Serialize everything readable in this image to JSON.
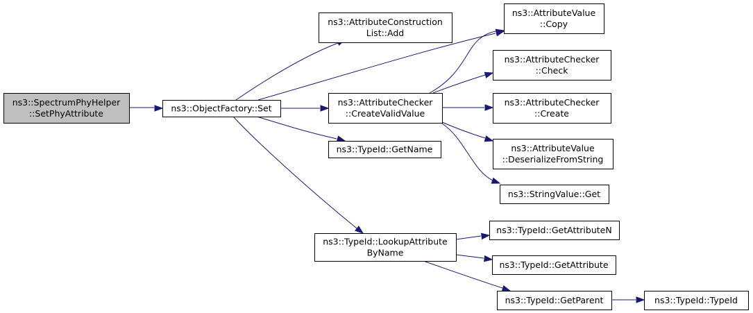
{
  "graph": {
    "nodes": [
      {
        "id": "sph_setphyattribute",
        "lines": [
          "ns3::SpectrumPhyHelper",
          "::SetPhyAttribute"
        ],
        "root": true
      },
      {
        "id": "of_set",
        "lines": [
          "ns3::ObjectFactory::Set"
        ]
      },
      {
        "id": "acl_add",
        "lines": [
          "ns3::AttributeConstruction",
          "List::Add"
        ]
      },
      {
        "id": "av_copy",
        "lines": [
          "ns3::AttributeValue",
          "::Copy"
        ]
      },
      {
        "id": "ac_createvalidvalue",
        "lines": [
          "ns3::AttributeChecker",
          "::CreateValidValue"
        ]
      },
      {
        "id": "ac_check",
        "lines": [
          "ns3::AttributeChecker",
          "::Check"
        ]
      },
      {
        "id": "ac_create",
        "lines": [
          "ns3::AttributeChecker",
          "::Create"
        ]
      },
      {
        "id": "av_deserialize",
        "lines": [
          "ns3::AttributeValue",
          "::DeserializeFromString"
        ]
      },
      {
        "id": "sv_get",
        "lines": [
          "ns3::StringValue::Get"
        ]
      },
      {
        "id": "tid_getname",
        "lines": [
          "ns3::TypeId::GetName"
        ]
      },
      {
        "id": "tid_lookup",
        "lines": [
          "ns3::TypeId::LookupAttribute",
          "ByName"
        ]
      },
      {
        "id": "tid_getattributen",
        "lines": [
          "ns3::TypeId::GetAttributeN"
        ]
      },
      {
        "id": "tid_getattribute",
        "lines": [
          "ns3::TypeId::GetAttribute"
        ]
      },
      {
        "id": "tid_getparent",
        "lines": [
          "ns3::TypeId::GetParent"
        ]
      },
      {
        "id": "tid_typeid",
        "lines": [
          "ns3::TypeId::TypeId"
        ]
      }
    ],
    "edges": [
      {
        "from": "sph_setphyattribute",
        "to": "of_set"
      },
      {
        "from": "of_set",
        "to": "acl_add"
      },
      {
        "from": "of_set",
        "to": "av_copy"
      },
      {
        "from": "of_set",
        "to": "ac_createvalidvalue"
      },
      {
        "from": "of_set",
        "to": "tid_getname"
      },
      {
        "from": "of_set",
        "to": "tid_lookup"
      },
      {
        "from": "ac_createvalidvalue",
        "to": "av_copy"
      },
      {
        "from": "ac_createvalidvalue",
        "to": "ac_check"
      },
      {
        "from": "ac_createvalidvalue",
        "to": "ac_create"
      },
      {
        "from": "ac_createvalidvalue",
        "to": "av_deserialize"
      },
      {
        "from": "ac_createvalidvalue",
        "to": "sv_get"
      },
      {
        "from": "tid_lookup",
        "to": "tid_getattributen"
      },
      {
        "from": "tid_lookup",
        "to": "tid_getattribute"
      },
      {
        "from": "tid_lookup",
        "to": "tid_getparent"
      },
      {
        "from": "tid_getparent",
        "to": "tid_typeid"
      }
    ],
    "colors": {
      "edge": "#191970",
      "root_fill": "#bfbfbf",
      "node_fill": "#ffffff",
      "border": "#000000"
    }
  }
}
